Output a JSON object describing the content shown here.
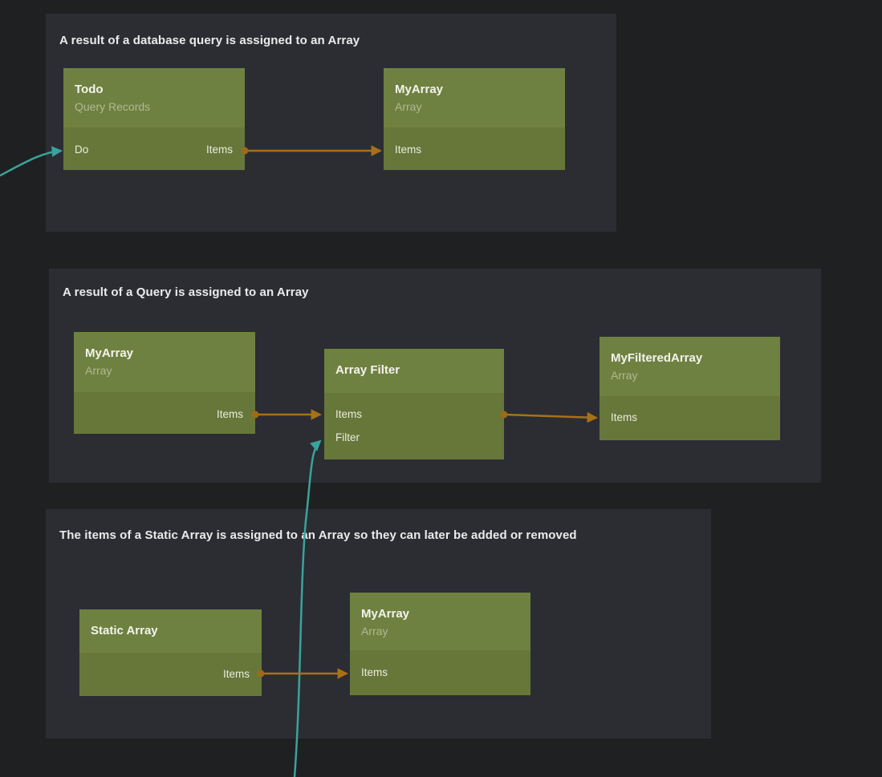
{
  "editor": {
    "kind": "node-graph-canvas",
    "colors": {
      "canvas_bg": "#1f2021",
      "group_panel_bg": "#2b2d33",
      "node_header": "#6f8140",
      "node_body": "#67773a",
      "wire_data_orange": "#a87117",
      "wire_signal_teal": "#3aa39b",
      "port_dot": "#9e6a16"
    }
  },
  "groups": [
    {
      "title": "A result of a database query is assigned to an Array",
      "nodes": [
        {
          "title": "Todo",
          "subtitle": "Query Records",
          "ports": [
            {
              "label": "Do",
              "direction": "input"
            },
            {
              "label": "Items",
              "direction": "output"
            }
          ]
        },
        {
          "title": "MyArray",
          "subtitle": "Array",
          "ports": [
            {
              "label": "Items",
              "direction": "input"
            }
          ]
        }
      ]
    },
    {
      "title": "A result of a Query is assigned to an Array",
      "nodes": [
        {
          "title": "MyArray",
          "subtitle": "Array",
          "ports": [
            {
              "label": "Items",
              "direction": "output"
            }
          ]
        },
        {
          "title": "Array Filter",
          "subtitle": "",
          "ports": [
            {
              "label": "Items",
              "direction": "input"
            },
            {
              "label": "Filter",
              "direction": "input"
            }
          ]
        },
        {
          "title": "MyFilteredArray",
          "subtitle": "Array",
          "ports": [
            {
              "label": "Items",
              "direction": "input"
            }
          ]
        }
      ]
    },
    {
      "title": "The items of a Static Array is assigned to an Array so they can later be added or removed",
      "nodes": [
        {
          "title": "Static Array",
          "subtitle": "",
          "ports": [
            {
              "label": "Items",
              "direction": "output"
            }
          ]
        },
        {
          "title": "MyArray",
          "subtitle": "Array",
          "ports": [
            {
              "label": "Items",
              "direction": "input"
            }
          ]
        }
      ]
    }
  ],
  "connections": [
    {
      "from": "(off-screen left)",
      "to": "Todo.Do",
      "kind": "signal",
      "color": "#3aa39b"
    },
    {
      "from": "Todo.Items",
      "to": "MyArray.Items",
      "kind": "data",
      "color": "#a87117"
    },
    {
      "from": "MyArray.Items",
      "to": "Array Filter.Items",
      "kind": "data",
      "color": "#a87117"
    },
    {
      "from": "Array Filter (output)",
      "to": "MyFilteredArray.Items",
      "kind": "data",
      "color": "#a87117"
    },
    {
      "from": "(off-screen bottom)",
      "to": "Array Filter.Filter",
      "kind": "signal",
      "color": "#3aa39b"
    },
    {
      "from": "Static Array.Items",
      "to": "MyArray.Items",
      "kind": "data",
      "color": "#a87117"
    }
  ]
}
